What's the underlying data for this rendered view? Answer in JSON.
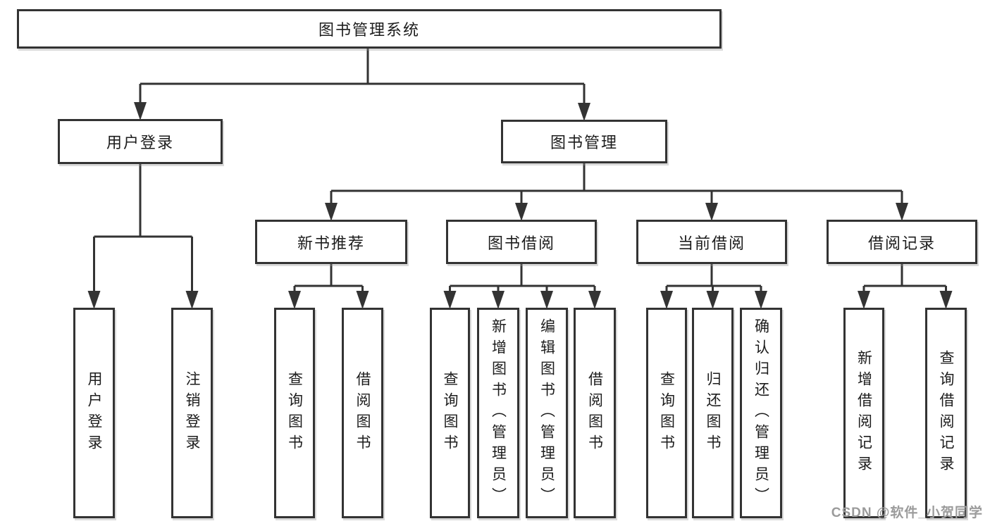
{
  "tree": {
    "root": {
      "label": "图书管理系统",
      "children": [
        {
          "label": "用户登录",
          "children": [
            {
              "label": "用户登录"
            },
            {
              "label": "注销登录"
            }
          ]
        },
        {
          "label": "图书管理",
          "children": [
            {
              "label": "新书推荐",
              "children": [
                {
                  "label": "查询图书"
                },
                {
                  "label": "借阅图书"
                }
              ]
            },
            {
              "label": "图书借阅",
              "children": [
                {
                  "label": "查询图书"
                },
                {
                  "label": "新增图书（管理员）"
                },
                {
                  "label": "编辑图书（管理员）"
                },
                {
                  "label": "借阅图书"
                }
              ]
            },
            {
              "label": "当前借阅",
              "children": [
                {
                  "label": "查询图书"
                },
                {
                  "label": "归还图书"
                },
                {
                  "label": "确认归还（管理员）"
                }
              ]
            },
            {
              "label": "借阅记录",
              "children": [
                {
                  "label": "新增借阅记录"
                },
                {
                  "label": "查询借阅记录"
                }
              ]
            }
          ]
        }
      ]
    }
  },
  "watermark": {
    "text": "CSDN @软件_小贺同学"
  },
  "colors": {
    "line": "#333333",
    "border": "#333333",
    "text": "#1c1c1c",
    "watermark_gray": "#9b9b9b",
    "background": "#ffffff"
  }
}
